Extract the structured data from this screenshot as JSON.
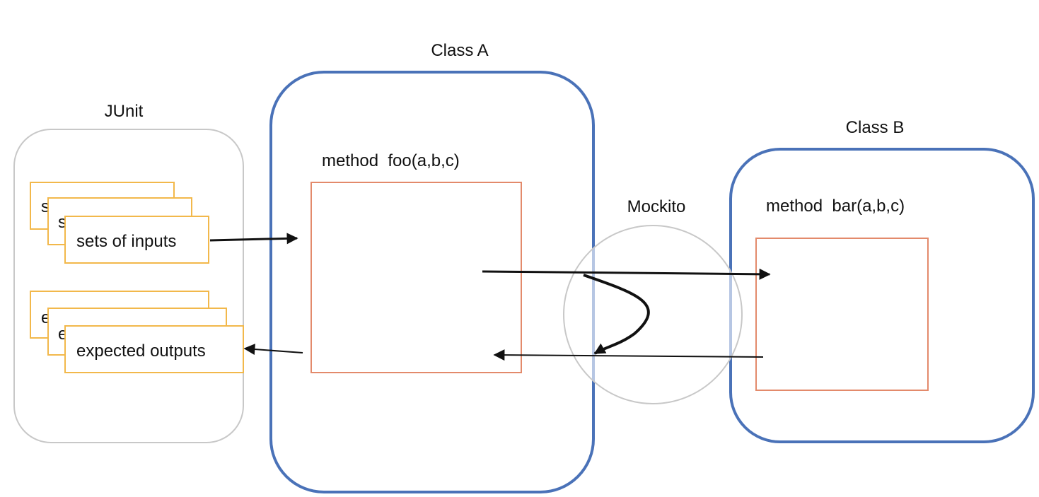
{
  "colors": {
    "class_border": "#4a72b8",
    "method_border": "#e38a6b",
    "card_border": "#f2b84b",
    "junit_border": "#c8c8c8",
    "mockito_border": "#c8c8c8",
    "arrow": "#111111"
  },
  "junit": {
    "title": "JUnit",
    "input_card_label": "sets of inputs",
    "output_card_label": "expected outputs",
    "input_back_fragment_1": "s",
    "input_back_fragment_2": "s",
    "output_back_fragment_1": "e",
    "output_back_fragment_2": "e"
  },
  "class_a": {
    "title": "Class A",
    "method_label": "method  foo(a,b,c)"
  },
  "class_b": {
    "title": "Class B",
    "method_label": "method  bar(a,b,c)"
  },
  "mockito": {
    "title": "Mockito"
  }
}
